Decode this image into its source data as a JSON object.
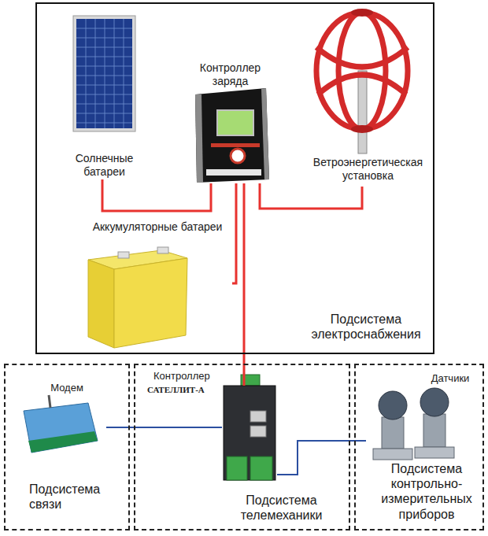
{
  "diagram": {
    "nodes": [
      {
        "text": [
          "Подсистема электроснабжения"
        ]
      },
      {
        "text": [
          "Солнечные батареи"
        ],
        "in": 0
      },
      {
        "text": [
          "Контроллер заряда"
        ],
        "in": 0
      },
      {
        "text": [
          "Ветроэнергетическая установка"
        ],
        "in": 0
      },
      {
        "text": [
          "Аккумуляторные батареи"
        ],
        "in": 0
      },
      {
        "text": [
          "Подсистема связи"
        ]
      },
      {
        "text": [
          "Модем"
        ],
        "in": 5
      },
      {
        "text": [
          "Подсистема телемеханики"
        ]
      },
      {
        "text": [
          "Контроллер",
          "САТЕЛЛИТ-А"
        ],
        "in": 7
      },
      {
        "text": [
          "Подсистема контрольно-измерительных приборов"
        ]
      },
      {
        "text": [
          "Датчики"
        ],
        "in": 9
      }
    ],
    "edges": [
      {
        "from": 1,
        "to": 2,
        "arrow": "none"
      },
      {
        "from": 3,
        "to": 2,
        "arrow": "none"
      },
      {
        "from": 4,
        "to": 2,
        "arrow": "none"
      },
      {
        "from": 2,
        "to": 8,
        "arrow": "none"
      },
      {
        "from": 6,
        "to": 8,
        "arrow": "none"
      },
      {
        "from": 8,
        "to": 10,
        "arrow": "none"
      }
    ]
  }
}
